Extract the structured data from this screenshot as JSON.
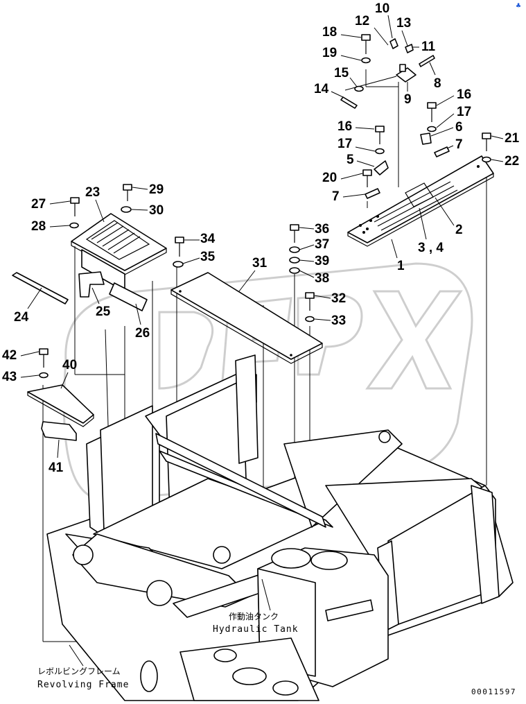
{
  "part_numbers": [
    "1",
    "2",
    "3 , 4",
    "5",
    "6",
    "7",
    "7",
    "8",
    "9",
    "10",
    "11",
    "12",
    "13",
    "14",
    "15",
    "16",
    "16",
    "17",
    "17",
    "18",
    "19",
    "20",
    "21",
    "22",
    "23",
    "24",
    "25",
    "26",
    "27",
    "28",
    "29",
    "30",
    "31",
    "32",
    "33",
    "34",
    "35",
    "36",
    "37",
    "38",
    "39",
    "40",
    "41",
    "42",
    "43"
  ],
  "labels": {
    "hydraulic_tank_jp": "作動油タンク",
    "hydraulic_tank_en": "Hydraulic Tank",
    "revolving_frame_jp": "レボルビングフレーム",
    "revolving_frame_en": "Revolving Frame"
  },
  "reference_number": "00011597",
  "corner_mark": "♣"
}
